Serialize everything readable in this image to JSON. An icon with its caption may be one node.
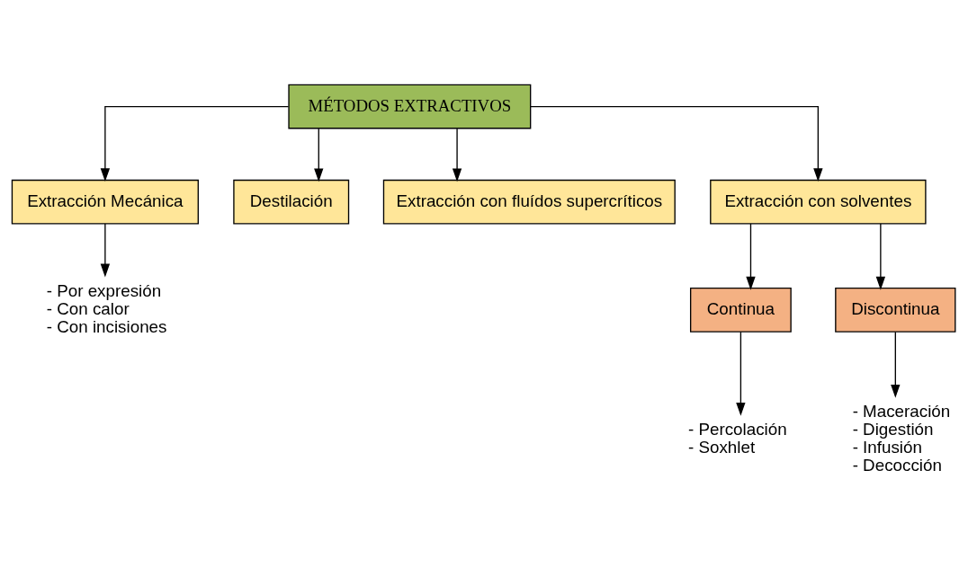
{
  "diagram": {
    "nodes": [
      {
        "text": [
          "MÉTODOS EXTRACTIVOS"
        ]
      },
      {
        "text": [
          "Extracción Mecánica"
        ]
      },
      {
        "text": [
          "Destilación"
        ]
      },
      {
        "text": [
          "Extracción con fluídos supercríticos"
        ]
      },
      {
        "text": [
          "Extracción con solventes"
        ]
      },
      {
        "text": [
          "- Por expresión",
          "- Con calor",
          "- Con incisiones"
        ]
      },
      {
        "text": [
          "Continua"
        ]
      },
      {
        "text": [
          "Discontinua"
        ]
      },
      {
        "text": [
          "- Percolación",
          "- Soxhlet"
        ]
      },
      {
        "text": [
          "- Maceración",
          "- Digestión",
          "- Infusión",
          "- Decocción"
        ]
      }
    ],
    "edges": [
      {
        "from": 0,
        "to": 1,
        "arrow": "to"
      },
      {
        "from": 0,
        "to": 2,
        "arrow": "to"
      },
      {
        "from": 0,
        "to": 3,
        "arrow": "to"
      },
      {
        "from": 0,
        "to": 4,
        "arrow": "to"
      },
      {
        "from": 1,
        "to": 5,
        "arrow": "to"
      },
      {
        "from": 4,
        "to": 6,
        "arrow": "to"
      },
      {
        "from": 4,
        "to": 7,
        "arrow": "to"
      },
      {
        "from": 6,
        "to": 8,
        "arrow": "to"
      },
      {
        "from": 7,
        "to": 9,
        "arrow": "to"
      }
    ]
  }
}
